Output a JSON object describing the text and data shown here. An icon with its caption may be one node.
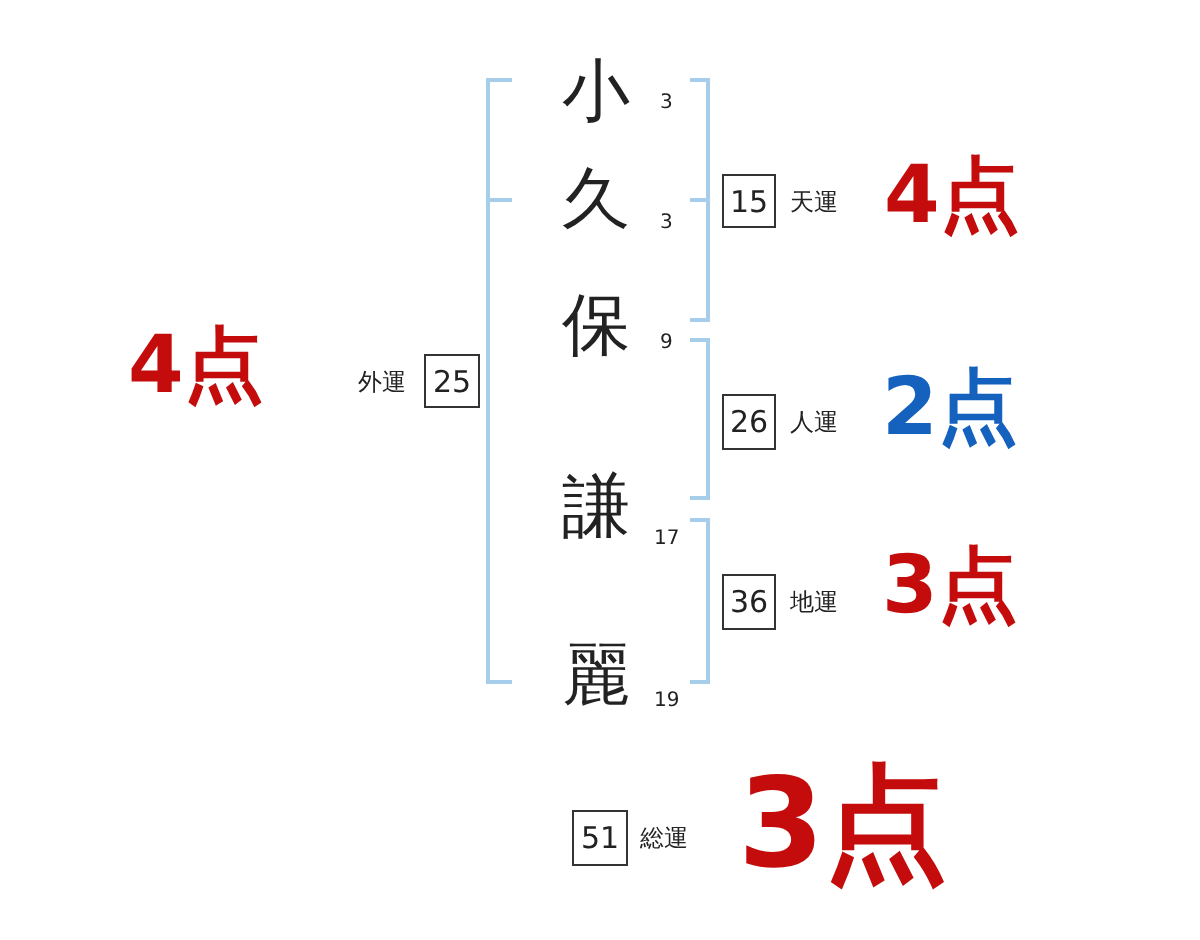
{
  "diagram": {
    "nodes": [
      {
        "text": [
          "15"
        ],
        "beside": [
          "天運",
          "4点"
        ]
      },
      {
        "text": [
          "25"
        ],
        "beside": [
          "4点",
          "外運"
        ]
      },
      {
        "text": [
          "26"
        ],
        "beside": [
          "人運",
          "2点"
        ]
      },
      {
        "text": [
          "36"
        ],
        "beside": [
          "地運",
          "3点"
        ]
      },
      {
        "text": [
          "51"
        ],
        "beside": [
          "総運",
          "3点"
        ]
      }
    ],
    "labels": [
      "小",
      "3",
      "久",
      "3",
      "保",
      "9",
      "謙",
      "17",
      "麗",
      "19"
    ]
  }
}
